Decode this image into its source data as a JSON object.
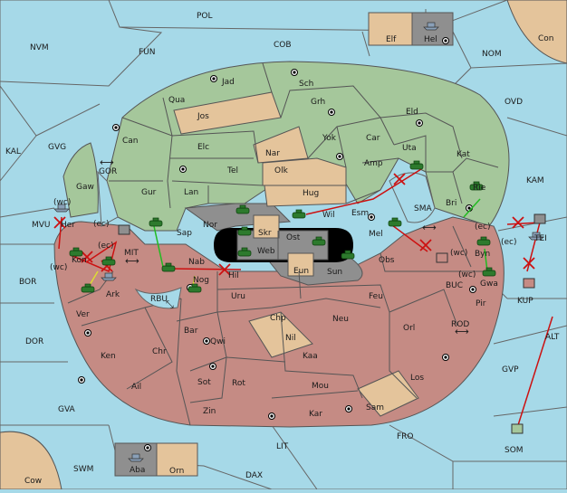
{
  "regions": {
    "seas": [
      "POL",
      "NVM",
      "FUN",
      "COB",
      "NOM",
      "KAL",
      "GVG",
      "OVD",
      "KAM",
      "BOR",
      "DOR",
      "GVA",
      "SWM",
      "LIT",
      "DAX",
      "FRO",
      "GVP",
      "ALT",
      "SMA",
      "MIT",
      "RBU",
      "BUC",
      "ROD"
    ],
    "green": [
      "Jad",
      "Sch",
      "Qua",
      "Jos",
      "Grh",
      "Eld",
      "Can",
      "Elc",
      "Nar",
      "Yok",
      "Car",
      "Uta",
      "Kat",
      "Tel",
      "Olk",
      "Amp",
      "Gaw",
      "Gur",
      "Lan",
      "Hug",
      "Bri",
      "Rie",
      "Wil",
      "Esm",
      "Nor",
      "Sap"
    ],
    "red": [
      "Her",
      "Kon",
      "Ark",
      "Ver",
      "Ken",
      "Chr",
      "Ail",
      "Bar",
      "Qwi",
      "Sot",
      "Rot",
      "Zin",
      "Kar",
      "Sam",
      "Los",
      "Orl",
      "Mou",
      "Kaa",
      "Nil",
      "Chp",
      "Neu",
      "Uru",
      "Feu",
      "Obs",
      "Mel",
      "Byn",
      "Gwa",
      "Pir",
      "Hil",
      "Nog",
      "Nab"
    ],
    "tan": [
      "Jos",
      "Nar",
      "Olk",
      "Hug",
      "Nil",
      "Sam",
      "Elf",
      "Orn",
      "Con",
      "Cow",
      "Skr",
      "Eun"
    ],
    "gray": [
      "Web",
      "Ost",
      "Sun",
      "Hel",
      "Aba",
      "Nor",
      "Skr"
    ]
  },
  "boxes": {
    "top": [
      {
        "name": "Elf"
      },
      {
        "name": "Hel"
      }
    ],
    "bottom": [
      {
        "name": "Aba"
      },
      {
        "name": "Orn"
      }
    ]
  },
  "labels": {
    "POL": "POL",
    "NVM": "NVM",
    "FUN": "FUN",
    "COB": "COB",
    "NOM": "NOM",
    "KAL": "KAL",
    "GVG": "GVG",
    "OVD": "OVD",
    "KAM": "KAM",
    "BOR": "BOR",
    "DOR": "DOR",
    "GVA": "GVA",
    "SWM": "SWM",
    "LIT": "LIT",
    "DAX": "DAX",
    "FRO": "FRO",
    "GVP": "GVP",
    "ALT": "ALT",
    "SMA": "SMA",
    "MIT": "MIT",
    "RBU": "RBU",
    "BUC": "BUC",
    "ROD": "ROD",
    "GOR": "GOR",
    "MVU": "MVU",
    "TEI": "TEI",
    "KUP": "KUP",
    "SOM": "SOM",
    "Con": "Con",
    "Cow": "Cow",
    "Elf": "Elf",
    "Hel": "Hel",
    "Aba": "Aba",
    "Orn": "Orn",
    "Jad": "Jad",
    "Sch": "Sch",
    "Qua": "Qua",
    "Jos": "Jos",
    "Grh": "Grh",
    "Eld": "Eld",
    "Can": "Can",
    "Elc": "Elc",
    "Nar": "Nar",
    "Yok": "Yok",
    "Car": "Car",
    "Uta": "Uta",
    "Kat": "Kat",
    "Tel": "Tel",
    "Olk": "Olk",
    "Amp": "Amp",
    "Gaw": "Gaw",
    "Gur": "Gur",
    "Lan": "Lan",
    "Hug": "Hug",
    "Bri": "Bri",
    "Rie": "Rie",
    "Wil": "Wil",
    "Esm": "Esm",
    "Nor": "Nor",
    "Sap": "Sap",
    "Skr": "Skr",
    "Ost": "Ost",
    "Web": "Web",
    "Eun": "Eun",
    "Sun": "Sun",
    "Her": "Her",
    "Kon": "Kon",
    "Ark": "Ark",
    "Ver": "Ver",
    "Ken": "Ken",
    "Chr": "Chr",
    "Ail": "Ail",
    "Bar": "Bar",
    "Qwi": "Qwi",
    "Sot": "Sot",
    "Rot": "Rot",
    "Zin": "Zin",
    "Kar": "Kar",
    "Sam": "Sam",
    "Los": "Los",
    "Orl": "Orl",
    "Mou": "Mou",
    "Kaa": "Kaa",
    "Nil": "Nil",
    "Chp": "Chp",
    "Neu": "Neu",
    "Uru": "Uru",
    "Feu": "Feu",
    "Obs": "Obs",
    "Mel": "Mel",
    "Byn": "Byn",
    "Gwa": "Gwa",
    "Pir": "Pir",
    "Hil": "Hil",
    "Nog": "Nog",
    "Nab": "Nab",
    "wc1": "(wc)",
    "ec1": "(ec)",
    "wc2": "(wc)",
    "ec2": "(ec)",
    "wc3": "(wc)",
    "ec3": "(ec)",
    "wc4": "(wc)",
    "ec4": "(ec)"
  },
  "colors": {
    "sea": "#a6d9e8",
    "green": "#a5c79b",
    "red": "#c58b84",
    "tan": "#e4c49b",
    "gray": "#8f8f8f",
    "move": "#cc1111",
    "support": "#22bb22",
    "convoy": "#dddd33"
  }
}
